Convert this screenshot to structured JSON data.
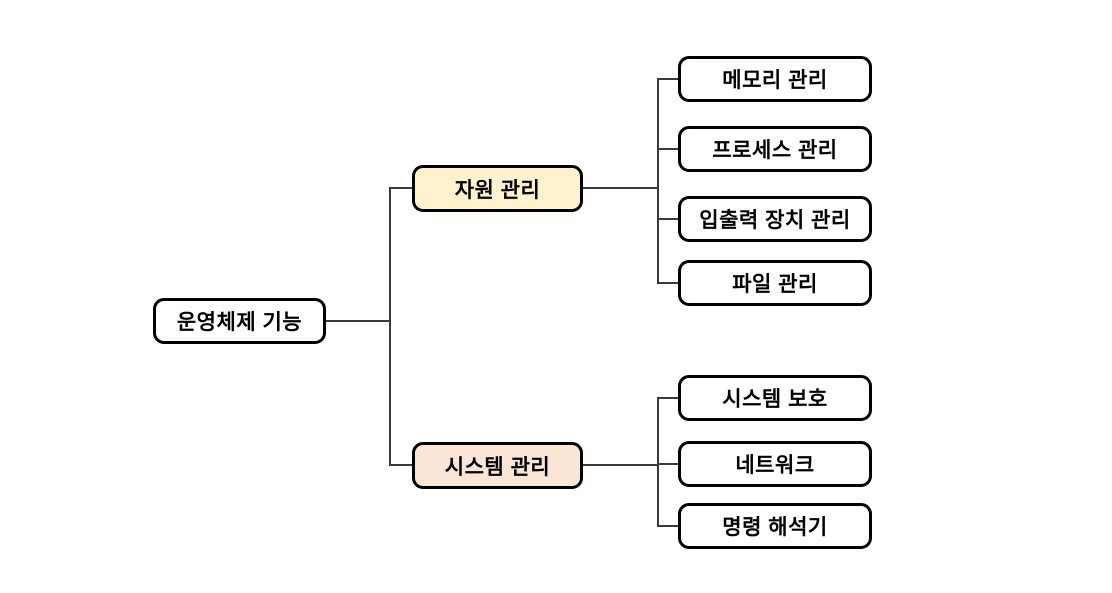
{
  "diagram": {
    "title_hint": "Operating system functions hierarchy diagram (Korean)",
    "colors": {
      "resource_branch_fill": "#FFF2CC",
      "system_branch_fill": "#FBE5D6",
      "box_border": "#000000",
      "connector": "#3a3a3a",
      "background": "#ffffff"
    },
    "root": {
      "label": "운영체제 기능"
    },
    "branches": [
      {
        "label": "자원 관리",
        "fill": "#FFF2CC",
        "children": [
          {
            "label": "메모리 관리"
          },
          {
            "label": "프로세스 관리"
          },
          {
            "label": "입출력 장치 관리"
          },
          {
            "label": "파일 관리"
          }
        ]
      },
      {
        "label": "시스템 관리",
        "fill": "#FBE5D6",
        "children": [
          {
            "label": "시스템 보호"
          },
          {
            "label": "네트워크"
          },
          {
            "label": "명령 해석기"
          }
        ]
      }
    ]
  }
}
